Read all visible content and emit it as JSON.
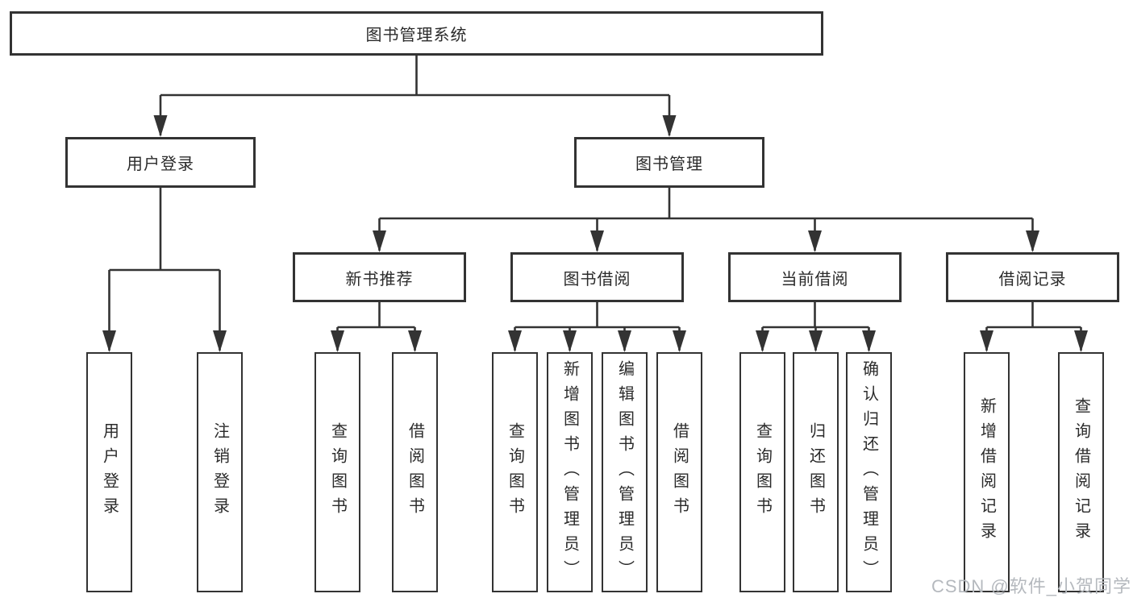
{
  "tree": {
    "root": {
      "label": "图书管理系统"
    },
    "l1": [
      {
        "label": "用户登录",
        "children": [
          {
            "label": "用户登录"
          },
          {
            "label": "注销登录"
          }
        ]
      },
      {
        "label": "图书管理",
        "children": [
          {
            "label": "新书推荐",
            "children": [
              {
                "label": "查询图书"
              },
              {
                "label": "借阅图书"
              }
            ]
          },
          {
            "label": "图书借阅",
            "children": [
              {
                "label": "查询图书"
              },
              {
                "label": "新增图书（管理员）"
              },
              {
                "label": "编辑图书（管理员）"
              },
              {
                "label": "借阅图书"
              }
            ]
          },
          {
            "label": "当前借阅",
            "children": [
              {
                "label": "查询图书"
              },
              {
                "label": "归还图书"
              },
              {
                "label": "确认归还（管理员）"
              }
            ]
          },
          {
            "label": "借阅记录",
            "children": [
              {
                "label": "新增借阅记录"
              },
              {
                "label": "查询借阅记录"
              }
            ]
          }
        ]
      }
    ]
  },
  "watermark": "CSDN @软件_小贺同学",
  "colors": {
    "line": "#333333",
    "text": "#2b2b2b",
    "background": "#ffffff",
    "watermark": "#b5b9be"
  }
}
